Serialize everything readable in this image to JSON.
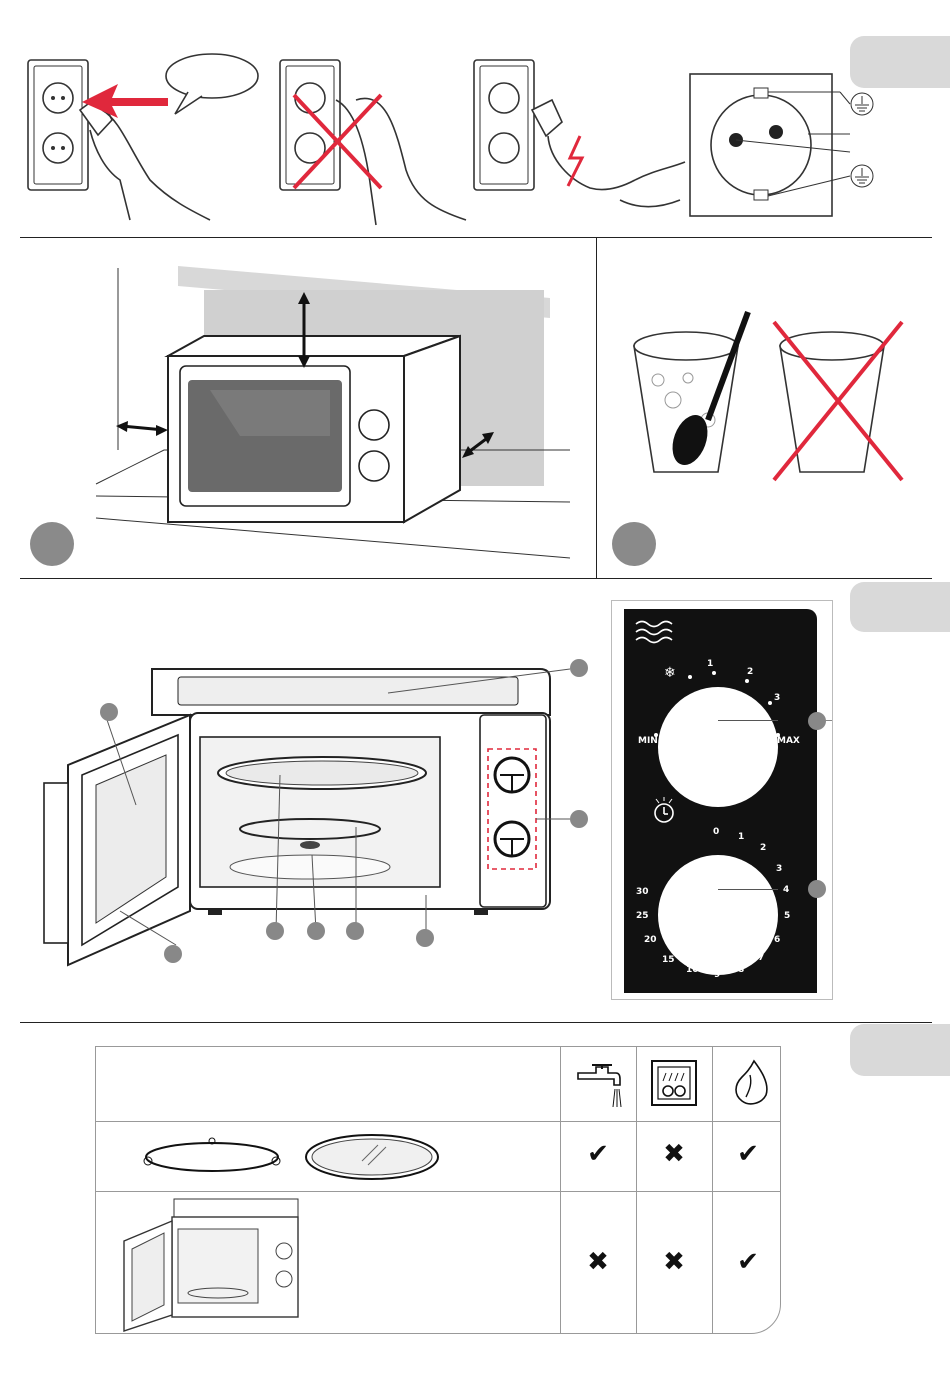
{
  "panel": {
    "defrost_scale": [
      "1",
      "2",
      "3",
      "MIN",
      "MAX"
    ],
    "timer_scale": [
      "0",
      "1",
      "2",
      "3",
      "4",
      "5",
      "6",
      "7",
      "8",
      "9",
      "10",
      "15",
      "20",
      "25",
      "30"
    ]
  },
  "care_table": {
    "rows": [
      {
        "item": "turntable-ring-and-glass-plate",
        "tap_water": "✔",
        "dishwasher": "✖",
        "wipe": "✔"
      },
      {
        "item": "microwave-cavity",
        "tap_water": "✖",
        "dishwasher": "✖",
        "wipe": "✔"
      }
    ]
  },
  "colors": {
    "accent_red": "#e0283c",
    "tab_gray": "#d9d9d9",
    "marker_gray": "#8a8a8a"
  }
}
